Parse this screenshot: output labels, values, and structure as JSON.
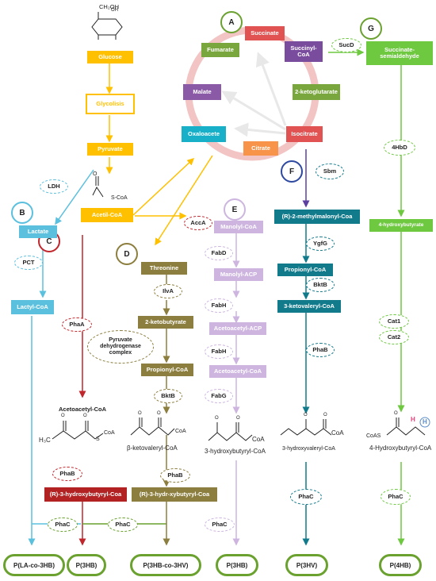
{
  "labels": {
    "A": "A",
    "B": "B",
    "C": "C",
    "D": "D",
    "E": "E",
    "F": "F",
    "G": "G"
  },
  "top": {
    "glucose": "Glucose",
    "glycolysis": "Glycolisis",
    "pyruvate": "Pyruvate",
    "acetil_coa": "Acetil-CoA",
    "glucose_ch2oh": "CH₂OH",
    "glucose_oh": "OH",
    "acetyl_scoa": "S-CoA",
    "acetyl_o": "O"
  },
  "tca": {
    "succinate": "Succinate",
    "fumarate": "Fumarate",
    "malate": "Malate",
    "oxaloacete": "Oxaloacete",
    "citrate": "Citrate",
    "isocitrate": "Isocitrate",
    "ketoglutarate": "2-ketoglutarate",
    "succinyl_coa": "Succinyl-CoA"
  },
  "pathB": {
    "ldh": "LDH",
    "lactate": "Lactate",
    "pct": "PCT",
    "lactyl_coa": "Lactyl-CoA"
  },
  "pathC": {
    "phaA": "PhaA",
    "acetoacetyl": "Acetoacetyl-CoA",
    "phaB": "PhaB",
    "hb_coa": "(R)-3-hydroxybutyryl-Coa",
    "phaC1": "PhaC",
    "phaC2": "PhaC"
  },
  "pathD": {
    "threonine": "Threonine",
    "ilvA": "IlvA",
    "ketobutyrate": "2-ketobutyrate",
    "pdh": "Pyruvate dehydrogenase complex",
    "propionyl": "Propionyl-CoA",
    "bktB": "BktB",
    "ketovaleryl": "β-ketovaleryl-CoA",
    "phaB": "PhaB",
    "hv_coa": "(R)-3-hydr-xybutyryl-Coa"
  },
  "pathE": {
    "accA": "AccA",
    "manolyl_coa": "Manolyl-CoA",
    "fabD": "FabD",
    "manolyl_acp": "Manolyl-ACP",
    "fabH1": "FabH",
    "acetoacetyl_acp": "Acetoacetyl-ACP",
    "fabH2": "FabH",
    "acetoacetyl_coa": "Acetoacetyl-CoA",
    "fabG": "FabG",
    "hbutyryl": "3-hydroxybutyryl-CoA",
    "phaC": "PhaC"
  },
  "pathF": {
    "sbm": "Sbm",
    "methylmalonyl": "(R)-2-methylmalonyl-Coa",
    "ygfG": "YgfG",
    "propionyl": "Propionyl-CoA",
    "bktB": "BktB",
    "ketovaleryl": "3-ketovaleryl-CoA",
    "phaB": "PhaB",
    "hvaleryl": "3-hydroxyvaleryl-CoA",
    "phaC": "PhaC"
  },
  "pathG": {
    "sucD": "SucD",
    "semialdehyde": "Succinate-semialdehyde",
    "hbd": "4HbD",
    "hb": "4-hydroxybutyrate",
    "cat1": "Cat1",
    "cat2": "Cat2",
    "hbutyryl": "4-Hydroxybutyryl-CoA",
    "h_a": "H",
    "h_b": "H",
    "phaC": "PhaC"
  },
  "chem": {
    "coa": "CoA",
    "scoa": "S",
    "coas": "CoAS",
    "o": "O",
    "h3c": "H₃C"
  },
  "products": {
    "p1": "P(LA-co-3HB)",
    "p2": "P(3HB)",
    "p3": "P(3HB-co-3HV)",
    "p4": "P(3HB)",
    "p5": "P(3HV)",
    "p6": "P(4HB)"
  },
  "colors": {
    "orange": "#ffc000",
    "lightblue": "#5bc0de",
    "red": "#c0272d",
    "olive": "#8c7e3e",
    "lavender": "#cdb5e0",
    "teal": "#117a8b",
    "green": "#6ec840",
    "tca_ring": "#f2c4c4"
  }
}
